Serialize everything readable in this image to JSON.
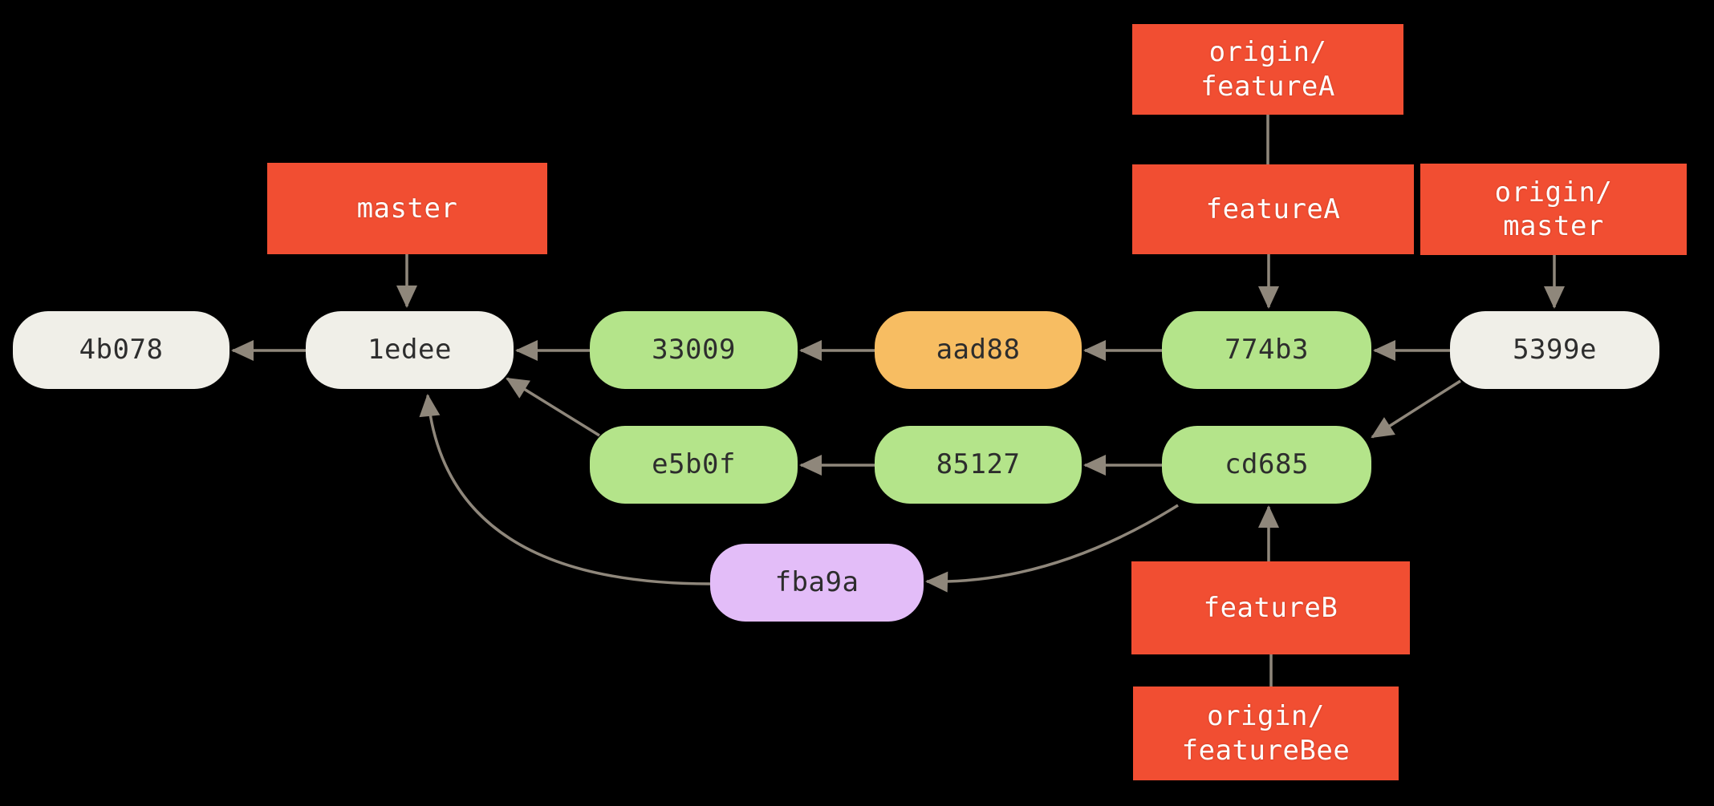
{
  "diagram": {
    "title": "git commit history graph with local and remote branch references",
    "background": "#000000",
    "arrow_color": "#8f877b",
    "colors": {
      "branch_label": "#f14e32",
      "branch_label_text": "#ffffff",
      "commit_default": "#f0efe8",
      "commit_feature": "#b4e48a",
      "commit_highlight": "#f7bd62",
      "commit_merge": "#e3bdf8",
      "commit_text": "#2d2d2d"
    },
    "commits": {
      "c4b078": "4b078",
      "c1edee": "1edee",
      "c33009": "33009",
      "caad88": "aad88",
      "c774b3": "774b3",
      "c5399e": "5399e",
      "ce5b0f": "e5b0f",
      "c85127": "85127",
      "ccd685": "cd685",
      "cfba9a": "fba9a"
    },
    "branches": {
      "master": "master",
      "origin_featureA": "origin/\nfeatureA",
      "featureA": "featureA",
      "origin_master": "origin/\nmaster",
      "featureB": "featureB",
      "origin_featureBee": "origin/\nfeatureBee"
    },
    "edges": [
      {
        "from": "master",
        "to": "1edee",
        "arrow": true
      },
      {
        "from": "1edee",
        "to": "4b078",
        "arrow": true
      },
      {
        "from": "33009",
        "to": "1edee",
        "arrow": true
      },
      {
        "from": "aad88",
        "to": "33009",
        "arrow": true
      },
      {
        "from": "774b3",
        "to": "aad88",
        "arrow": true
      },
      {
        "from": "5399e",
        "to": "774b3",
        "arrow": true
      },
      {
        "from": "origin/featureA",
        "to": "featureA",
        "arrow": false
      },
      {
        "from": "featureA",
        "to": "774b3",
        "arrow": true
      },
      {
        "from": "origin/master",
        "to": "5399e",
        "arrow": true
      },
      {
        "from": "5399e",
        "to": "cd685",
        "arrow": true
      },
      {
        "from": "cd685",
        "to": "85127",
        "arrow": true
      },
      {
        "from": "85127",
        "to": "e5b0f",
        "arrow": true
      },
      {
        "from": "e5b0f",
        "to": "1edee",
        "arrow": true
      },
      {
        "from": "cd685",
        "to": "fba9a",
        "arrow": true
      },
      {
        "from": "fba9a",
        "to": "1edee",
        "arrow": true
      },
      {
        "from": "featureB",
        "to": "cd685",
        "arrow": true
      },
      {
        "from": "featureB",
        "to": "origin/featureBee",
        "arrow": false
      }
    ]
  }
}
